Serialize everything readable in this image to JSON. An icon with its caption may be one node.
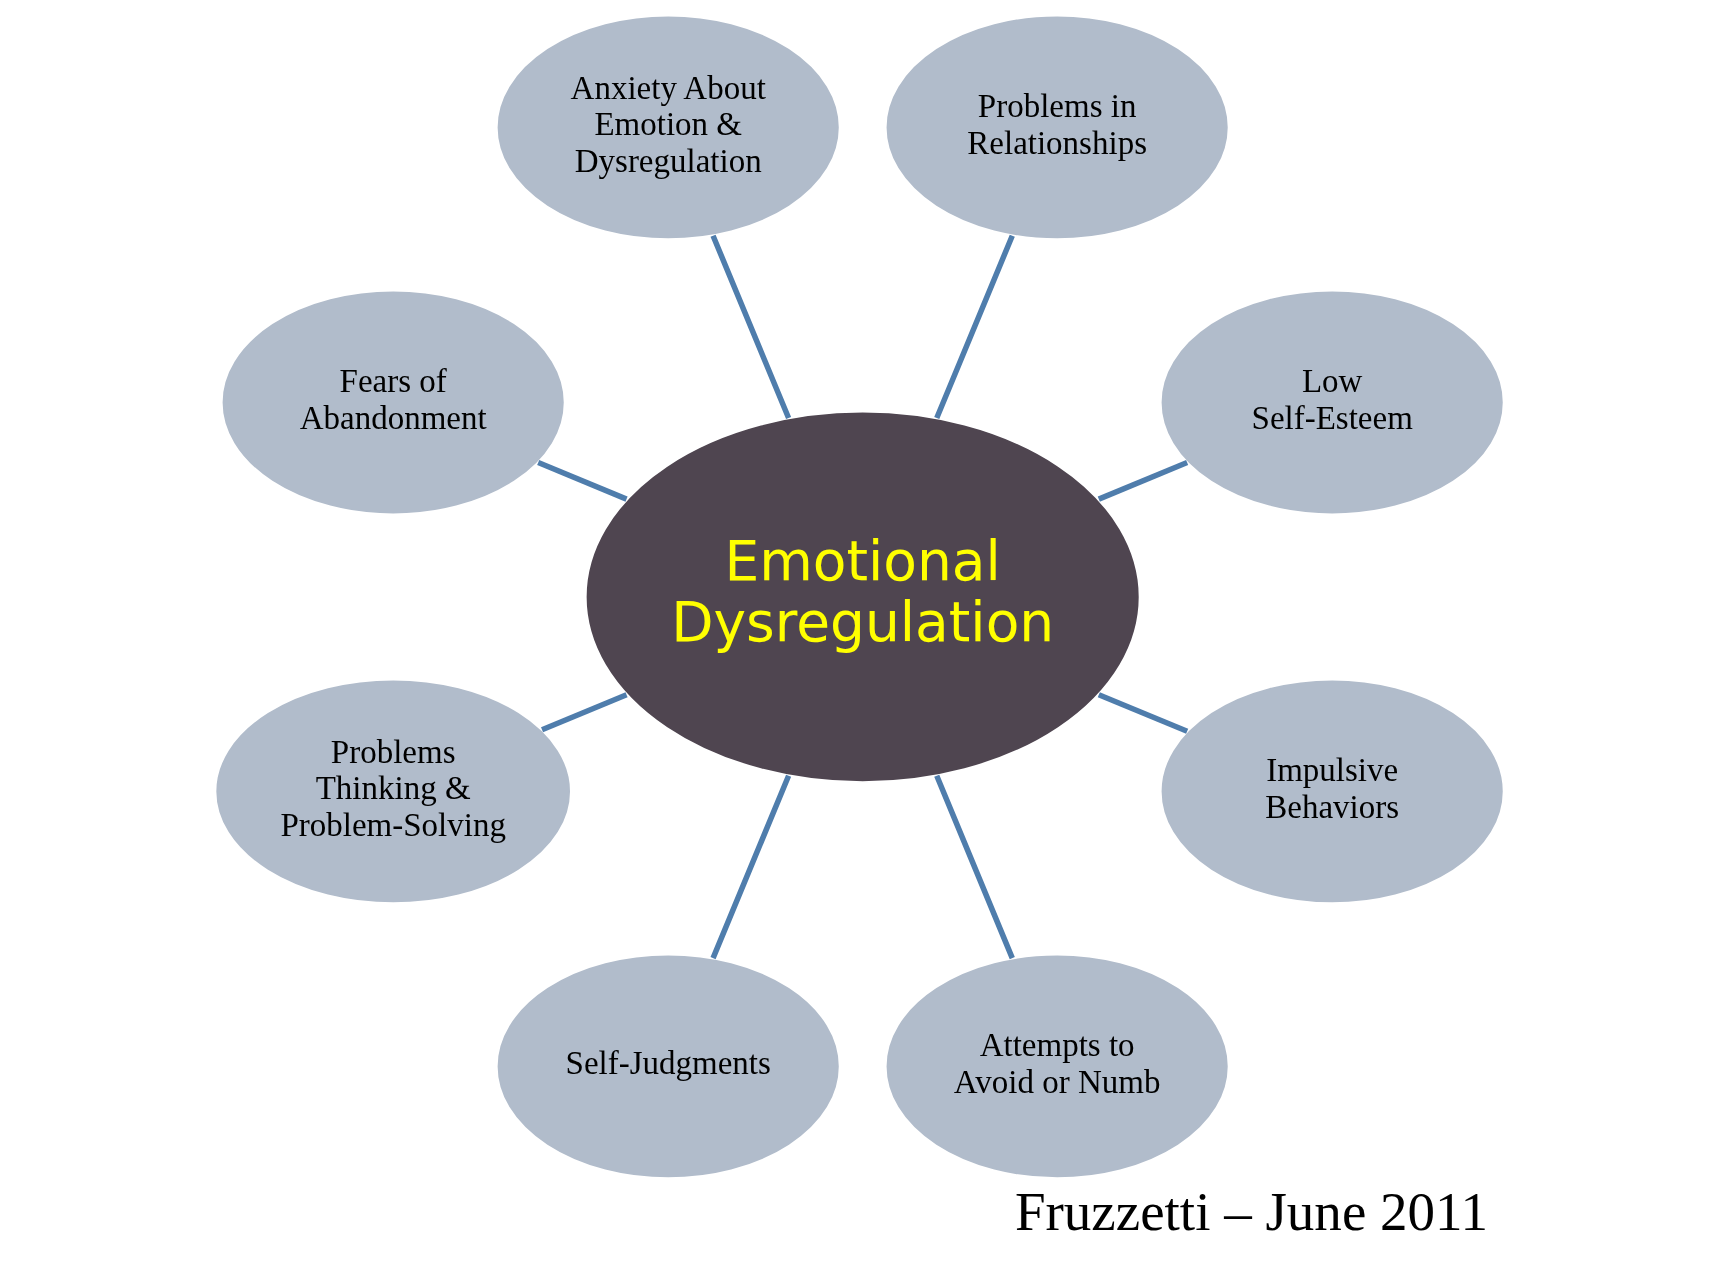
{
  "diagram": {
    "caption": "Fruzzetti – June 2011",
    "nodes": [
      {
        "text": [
          "Emotional Dysregulation"
        ]
      },
      {
        "text": [
          "Low Self-Esteem"
        ]
      },
      {
        "text": [
          "Problems in Relationships"
        ]
      },
      {
        "text": [
          "Anxiety About Emotion & Dysregulation"
        ]
      },
      {
        "text": [
          "Fears of Abandonment"
        ]
      },
      {
        "text": [
          "Problems Thinking & Problem-Solving"
        ]
      },
      {
        "text": [
          "Self-Judgments"
        ]
      },
      {
        "text": [
          "Attempts to Avoid or Numb"
        ]
      },
      {
        "text": [
          "Impulsive Behaviors"
        ]
      }
    ],
    "edges": [
      {
        "from": 0,
        "to": 1,
        "arrow": "none"
      },
      {
        "from": 0,
        "to": 2,
        "arrow": "none"
      },
      {
        "from": 0,
        "to": 3,
        "arrow": "none"
      },
      {
        "from": 0,
        "to": 4,
        "arrow": "none"
      },
      {
        "from": 0,
        "to": 5,
        "arrow": "none"
      },
      {
        "from": 0,
        "to": 6,
        "arrow": "none"
      },
      {
        "from": 0,
        "to": 7,
        "arrow": "none"
      },
      {
        "from": 0,
        "to": 8,
        "arrow": "none"
      }
    ]
  }
}
